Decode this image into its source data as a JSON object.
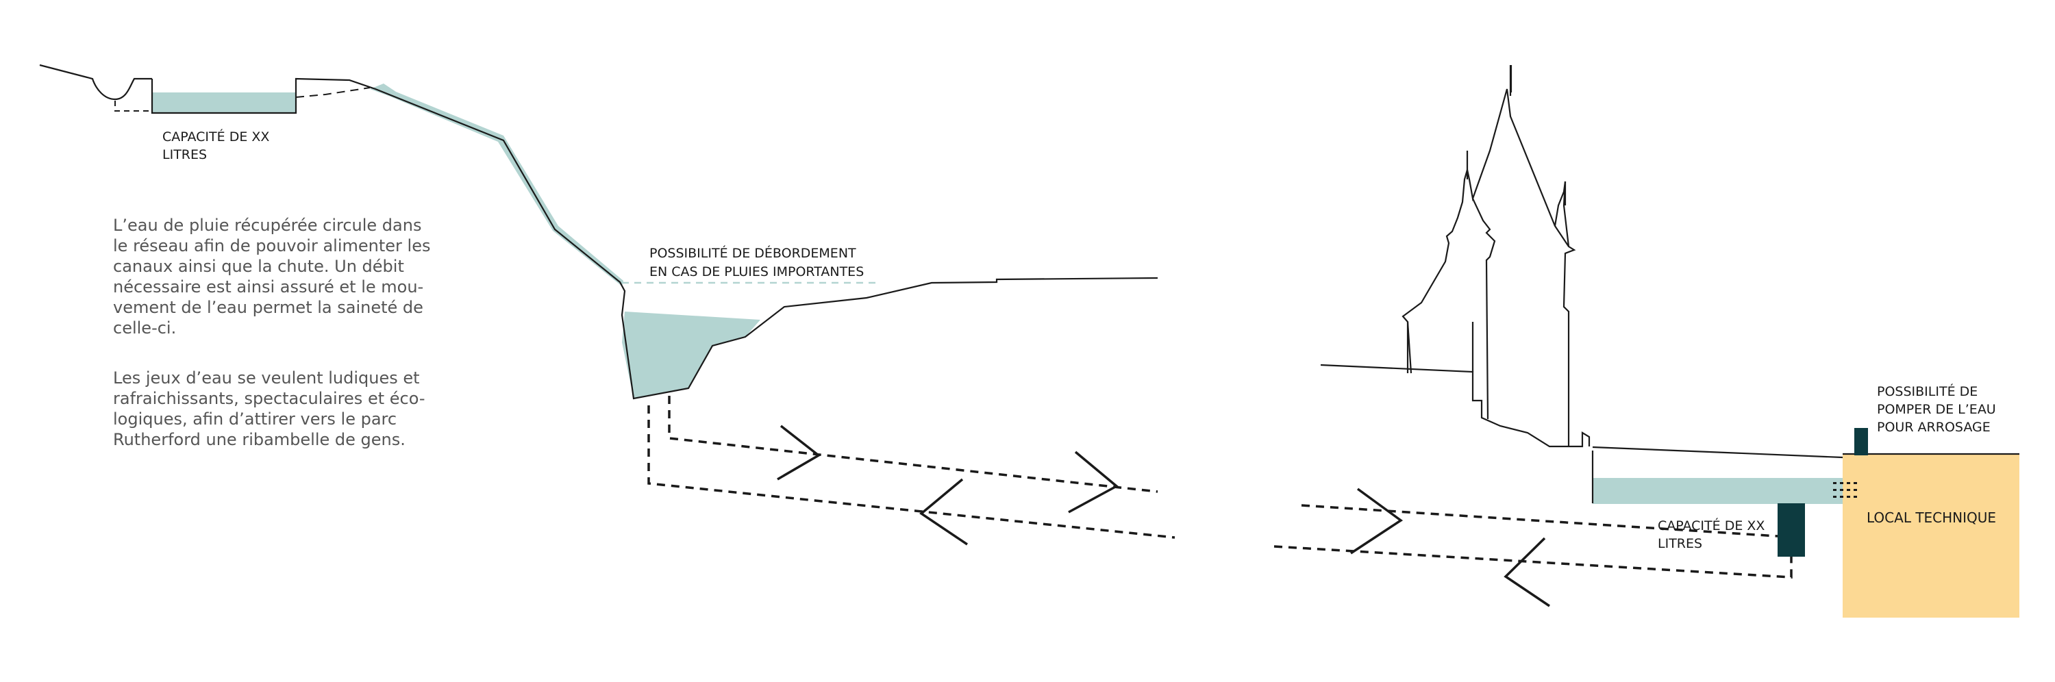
{
  "colors": {
    "water": "#b3d4d1",
    "ink": "#1a1a1a",
    "body_text": "#555555",
    "local": "#fcd994",
    "dark": "#0d3b40"
  },
  "labels": {
    "capacity_left": [
      "CAPACITÉ DE XX",
      "LITRES"
    ],
    "overflow": [
      "POSSIBILITÉ DE DÉBORDEMENT",
      "EN CAS DE PLUIES IMPORTANTES"
    ],
    "pump": [
      "POSSIBILITÉ DE",
      "POMPER DE L’EAU",
      "POUR ARROSAGE"
    ],
    "capacity_right": [
      "CAPACITÉ DE XX",
      "LITRES"
    ],
    "local_technique": "LOCAL TECHNIQUE"
  },
  "description": {
    "paragraph_1": [
      "L’eau de pluie récupérée circule dans",
      "le réseau afin de pouvoir alimenter les",
      "canaux ainsi que la chute. Un débit",
      "nécessaire est ainsi assuré et le mou-",
      "vement de l’eau permet la saineté de",
      "celle-ci."
    ],
    "paragraph_2": [
      "Les jeux d’eau se veulent ludiques et",
      "rafraichissants, spectaculaires et éco-",
      "logiques, afin d’attirer vers le parc",
      "Rutherford une ribambelle de gens."
    ]
  }
}
